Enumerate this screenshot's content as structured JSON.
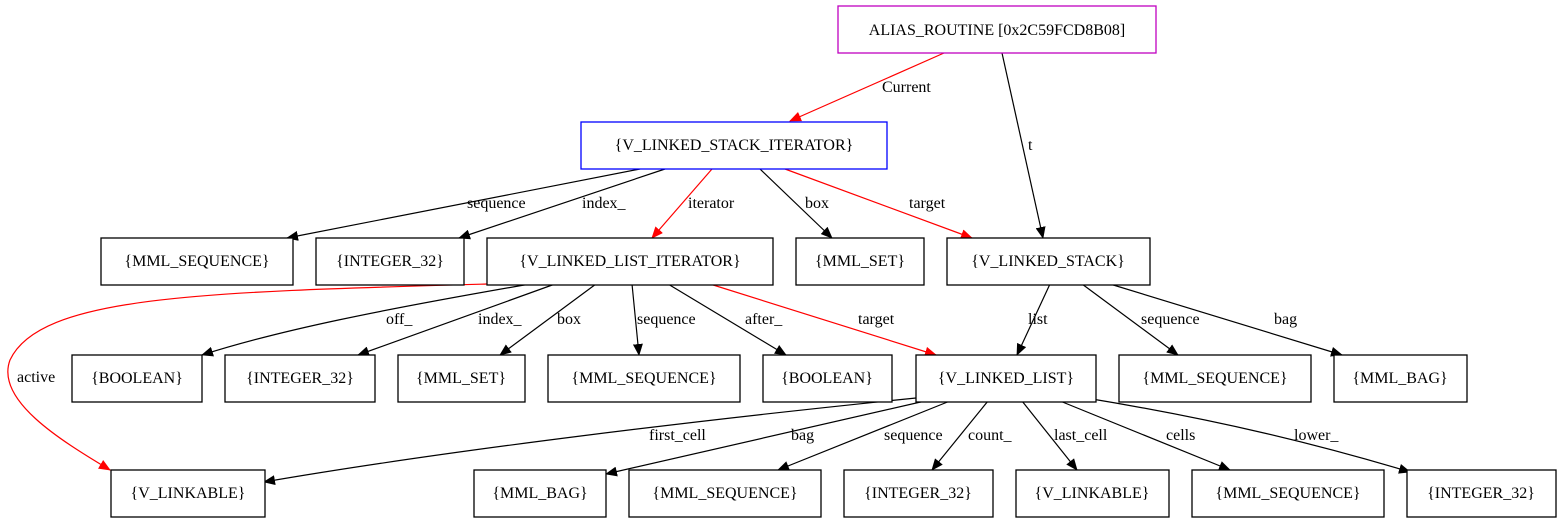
{
  "colors": {
    "root": "#c000c0",
    "highlight": "#0000ff",
    "default": "#000000",
    "path_edge": "#ff0000",
    "plain_edge": "#000000"
  },
  "nodes": {
    "alias_routine": "ALIAS_ROUTINE [0x2C59FCD8B08]",
    "v_linked_stack_iterator": "{V_LINKED_STACK_ITERATOR}",
    "mml_sequence_1": "{MML_SEQUENCE}",
    "integer_32_1": "{INTEGER_32}",
    "v_linked_list_iterator": "{V_LINKED_LIST_ITERATOR}",
    "mml_set_1": "{MML_SET}",
    "v_linked_stack": "{V_LINKED_STACK}",
    "boolean_1": "{BOOLEAN}",
    "integer_32_2": "{INTEGER_32}",
    "mml_set_2": "{MML_SET}",
    "mml_sequence_2": "{MML_SEQUENCE}",
    "boolean_2": "{BOOLEAN}",
    "v_linked_list": "{V_LINKED_LIST}",
    "mml_sequence_3": "{MML_SEQUENCE}",
    "mml_bag_1": "{MML_BAG}",
    "v_linkable_1": "{V_LINKABLE}",
    "mml_bag_2": "{MML_BAG}",
    "mml_sequence_4": "{MML_SEQUENCE}",
    "integer_32_3": "{INTEGER_32}",
    "v_linkable_2": "{V_LINKABLE}",
    "mml_sequence_5": "{MML_SEQUENCE}",
    "integer_32_4": "{INTEGER_32}"
  },
  "edges": {
    "current": "Current",
    "t": "t",
    "sequence_1": "sequence",
    "index_1": "index_",
    "iterator": "iterator",
    "box_1": "box",
    "target_1": "target",
    "active": "active",
    "off": "off_",
    "index_2": "index_",
    "box_2": "box",
    "sequence_2": "sequence",
    "after": "after_",
    "target_2": "target",
    "list": "list",
    "sequence_3": "sequence",
    "bag_1": "bag",
    "first_cell": "first_cell",
    "bag_2": "bag",
    "sequence_4": "sequence",
    "count": "count_",
    "last_cell": "last_cell",
    "cells": "cells",
    "lower": "lower_"
  }
}
